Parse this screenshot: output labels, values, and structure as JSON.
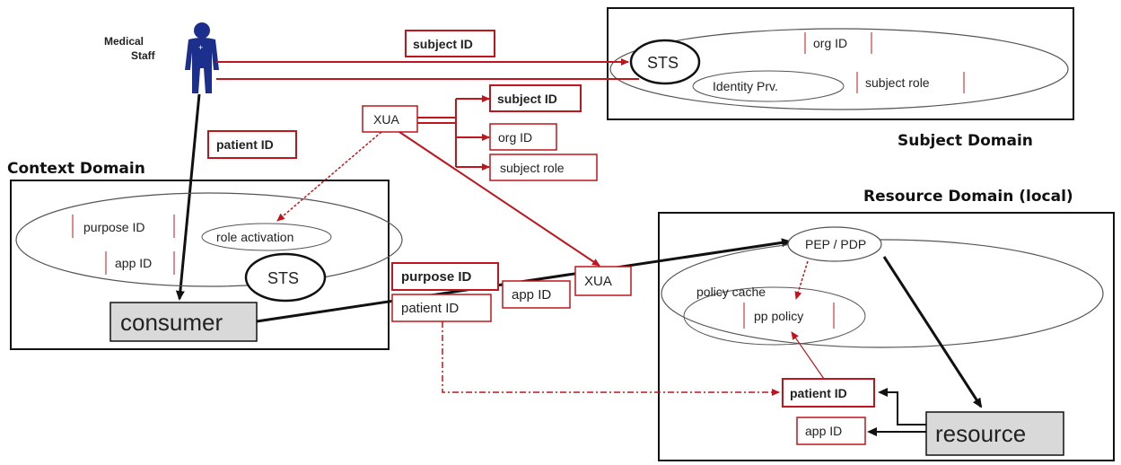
{
  "actor": {
    "label_line1": "Medical",
    "label_line2": "Staff",
    "icon": "medical-staff-icon"
  },
  "domains": {
    "subject": {
      "title": "Subject Domain"
    },
    "context": {
      "title": "Context Domain"
    },
    "resource": {
      "title": "Resource Domain (local)"
    }
  },
  "subject_domain": {
    "sts": "STS",
    "org_id": "org ID",
    "identity_provider": "Identity Prv.",
    "subject_role": "subject role"
  },
  "top_flow": {
    "subject_id": "subject ID"
  },
  "xua_center": {
    "label": "XUA",
    "subject_id": "subject ID",
    "org_id": "org ID",
    "subject_role": "subject role"
  },
  "patient_flow": {
    "patient_id": "patient ID"
  },
  "context_domain": {
    "purpose_id": "purpose ID",
    "app_id": "app ID",
    "role_activation": "role activation",
    "sts": "STS",
    "consumer": "consumer"
  },
  "request": {
    "purpose_id": "purpose ID",
    "patient_id": "patient ID",
    "app_id": "app ID",
    "xua": "XUA"
  },
  "resource_domain": {
    "pep_pdp": "PEP / PDP",
    "policy_cache": "policy cache",
    "pp_policy": "pp policy",
    "patient_id": "patient ID",
    "app_id": "app ID",
    "resource": "resource"
  },
  "colors": {
    "red": "#c0151c",
    "black": "#111111",
    "box_fill": "#d9d9d9",
    "actor_blue": "#1c2f8c"
  }
}
